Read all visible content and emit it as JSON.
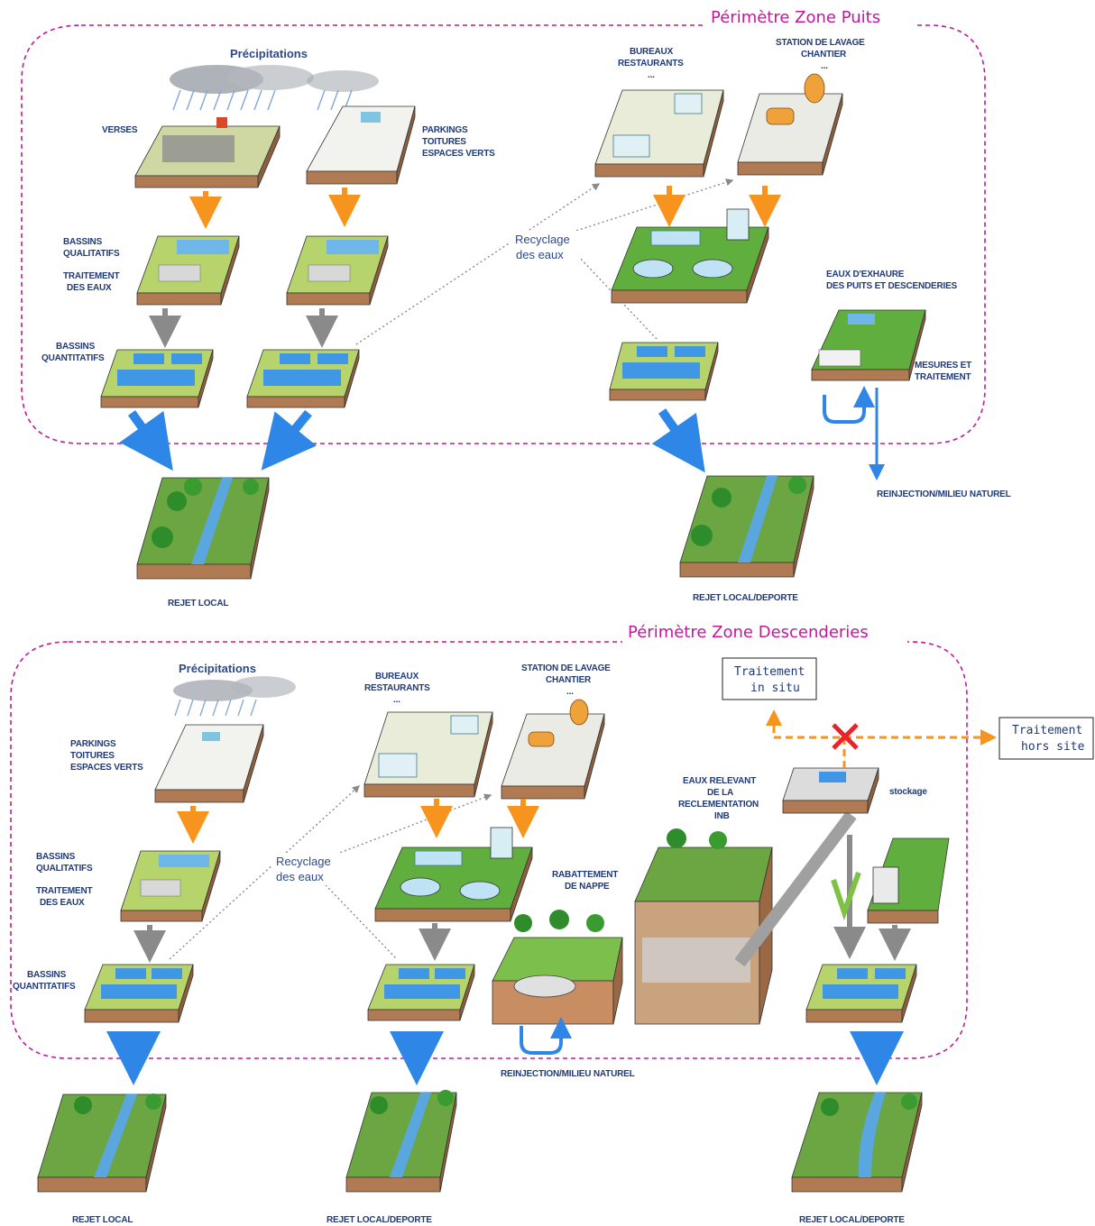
{
  "colors": {
    "zone_border": "#c2189c",
    "orange_arrow": "#f7941d",
    "gray_arrow": "#8a8a8a",
    "blue_arrow": "#2e86e6",
    "green_arrow": "#7dc242",
    "red_cross": "#e8232a",
    "label": "#1f3a78"
  },
  "zone_puits": {
    "title": "Périmètre Zone Puits",
    "precipitations": "Précipitations",
    "verses": "VERSES",
    "parkings": [
      "PARKINGS",
      "TOITURES",
      "ESPACES VERTS"
    ],
    "bassins_qualitatifs": [
      "BASSINS",
      "QUALITATIFS"
    ],
    "traitement_eaux": [
      "TRAITEMENT",
      "DES EAUX"
    ],
    "bassins_quantitatifs": [
      "BASSINS",
      "QUANTITATIFS"
    ],
    "bureaux": [
      "BUREAUX",
      "RESTAURANTS",
      "..."
    ],
    "station": [
      "STATION DE LAVAGE",
      "CHANTIER",
      "..."
    ],
    "recyclage": [
      "Recyclage",
      "des eaux"
    ],
    "eaux_exhaure": [
      "EAUX D'EXHAURE",
      "DES PUITS ET DESCENDERIES"
    ],
    "mesures": [
      "MESURES ET",
      "TRAITEMENT"
    ],
    "reinjection": "REINJECTION/MILIEU NATUREL",
    "rejet_local": "REJET LOCAL",
    "rejet_deporte": "REJET LOCAL/DEPORTE"
  },
  "zone_descenderies": {
    "title": "Périmètre Zone Descenderies",
    "precipitations": "Précipitations",
    "parkings": [
      "PARKINGS",
      "TOITURES",
      "ESPACES VERTS"
    ],
    "bassins_qualitatifs": [
      "BASSINS",
      "QUALITATIFS"
    ],
    "traitement_eaux": [
      "TRAITEMENT",
      "DES EAUX"
    ],
    "bassins_quantitatifs": [
      "BASSINS",
      "QUANTITATIFS"
    ],
    "bureaux": [
      "BUREAUX",
      "RESTAURANTS",
      "..."
    ],
    "station": [
      "STATION DE LAVAGE",
      "CHANTIER",
      "..."
    ],
    "recyclage": [
      "Recyclage",
      "des eaux"
    ],
    "rabattement": [
      "RABATTEMENT",
      "DE NAPPE"
    ],
    "reinjection": "REINJECTION/MILIEU NATUREL",
    "eaux_inb": [
      "EAUX RELEVANT",
      "DE LA",
      "RECLEMENTATION",
      "INB"
    ],
    "stockage": "stockage",
    "traitement_in_situ": [
      "Traitement",
      "in situ"
    ],
    "traitement_hors_site": [
      "Traitement",
      "hors site"
    ],
    "rejet_local": "REJET LOCAL",
    "rejet_deporte_1": "REJET LOCAL/DEPORTE",
    "rejet_deporte_2": "REJET LOCAL/DEPORTE"
  }
}
